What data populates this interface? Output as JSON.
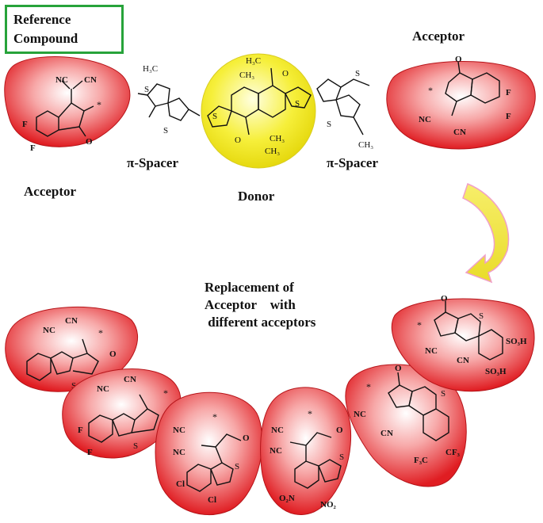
{
  "reference_box": {
    "line1": "Reference",
    "line2": "Compound"
  },
  "labels": {
    "acceptor_left": "Acceptor",
    "acceptor_right": "Acceptor",
    "spacer_left": "π-Spacer",
    "spacer_right": "π-Spacer",
    "donor": "Donor"
  },
  "replacement": {
    "line1": "Replacement of",
    "line2": "Acceptor    with",
    "line3": " different acceptors"
  },
  "atoms": {
    "nc": "NC",
    "cn": "CN",
    "f": "F",
    "o": "O",
    "s": "S",
    "star": "*",
    "h3c": "H₃C",
    "ch3": "CH₃",
    "cl": "Cl",
    "no2": "NO₂",
    "o2n": "O₂N",
    "cf3": "CF₃",
    "f3c": "F₃C",
    "so3h": "SO₃H"
  },
  "colors": {
    "acceptor_fill": "#e8262b",
    "donor_fill": "#f2ea1a",
    "box_border": "#27a33a",
    "arrow": "#f0e94a"
  }
}
